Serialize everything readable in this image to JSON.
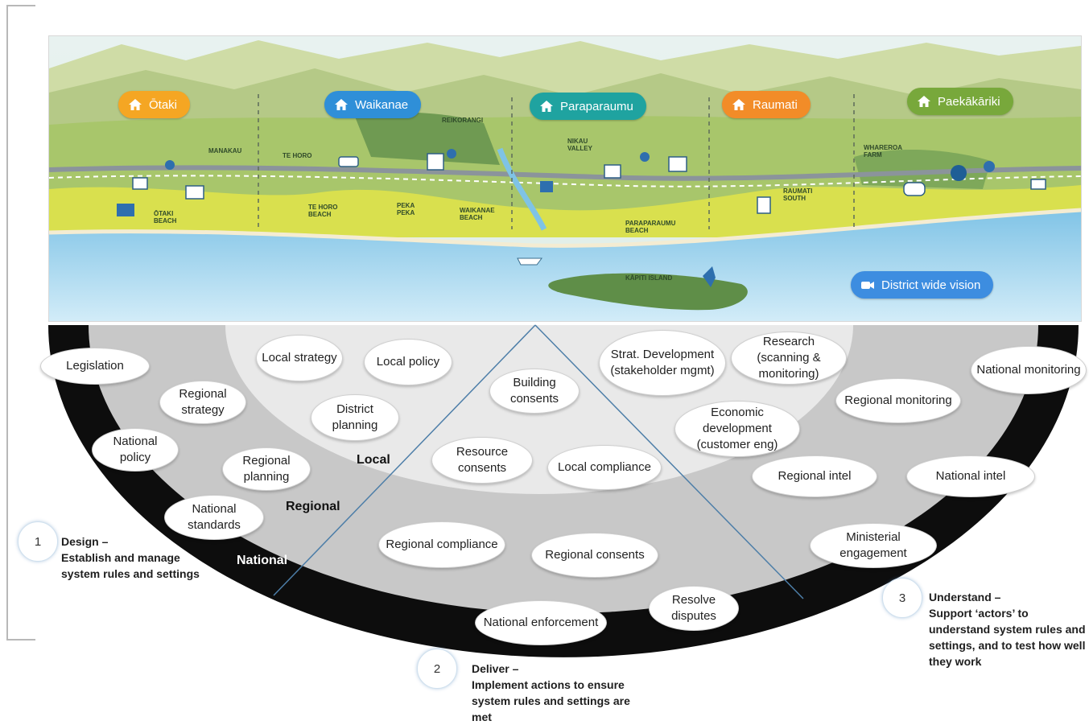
{
  "map": {
    "towns": [
      {
        "label": "Ōtaki",
        "color": "#f5a623"
      },
      {
        "label": "Waikanae",
        "color": "#2f8fd8"
      },
      {
        "label": "Paraparaumu",
        "color": "#1fa3a0"
      },
      {
        "label": "Raumati",
        "color": "#f28c28"
      },
      {
        "label": "Paekākāriki",
        "color": "#78a83b"
      }
    ],
    "district_wide": {
      "label": "District wide vision",
      "color": "#3d8de0"
    },
    "places": [
      "Manakau",
      "Te Horo",
      "Ōtaki Beach",
      "Te Horo Beach",
      "Peka Peka",
      "Reikorangi",
      "Waikanae Beach",
      "Nikau Valley",
      "Paraparaumu Beach",
      "Raumati South",
      "Whareroa Farm",
      "Kāpiti Island"
    ]
  },
  "rings": {
    "local": "Local",
    "regional": "Regional",
    "national": "National"
  },
  "ovals": {
    "legislation": "Legislation",
    "regional_strategy": "Regional strategy",
    "national_policy": "National policy",
    "regional_planning": "Regional planning",
    "national_standards": "National standards",
    "local_strategy": "Local strategy",
    "local_policy": "Local policy",
    "district_planning": "District planning",
    "building_consents": "Building consents",
    "resource_consents": "Resource consents",
    "local_compliance": "Local compliance",
    "regional_compliance": "Regional compliance",
    "regional_consents": "Regional consents",
    "national_enforcement": "National enforcement",
    "resolve_disputes": "Resolve disputes",
    "strat_development": "Strat. Development (stakeholder mgmt)",
    "research": "Research (scanning & monitoring)",
    "economic_development": "Economic development (customer eng)",
    "national_monitoring": "National monitoring",
    "regional_monitoring": "Regional monitoring",
    "regional_intel": "Regional intel",
    "national_intel": "National intel",
    "ministerial_engagement": "Ministerial engagement"
  },
  "steps": [
    {
      "number": "1",
      "title": "Design –",
      "text": "Establish and manage system rules and settings"
    },
    {
      "number": "2",
      "title": "Deliver –",
      "text": "Implement actions to ensure system rules and settings are met"
    },
    {
      "number": "3",
      "title": "Understand –",
      "text": "Support ‘actors’ to understand system rules and settings, and to test how well they work"
    }
  ]
}
